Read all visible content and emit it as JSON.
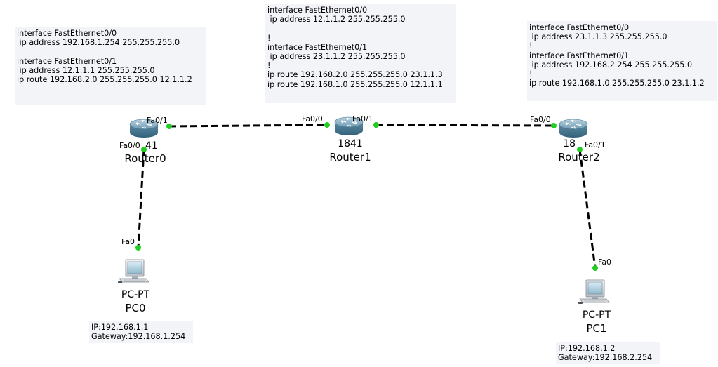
{
  "devices": {
    "router0": {
      "model": "1841",
      "name": "Router0"
    },
    "router1": {
      "model": "1841",
      "name": "Router1"
    },
    "router2": {
      "model": "1841",
      "name": "Router2"
    },
    "pc0": {
      "model": "PC-PT",
      "name": "PC0"
    },
    "pc1": {
      "model": "PC-PT",
      "name": "PC1"
    }
  },
  "ports": {
    "router0_fa01": "Fa0/1",
    "router0_fa00": "Fa0/0",
    "router1_fa00": "Fa0/0",
    "router1_fa01": "Fa0/1",
    "router2_fa00": "Fa0/0",
    "router2_fa01": "Fa0/1",
    "pc0_fa0": "Fa0",
    "pc1_fa0": "Fa0"
  },
  "notes": {
    "router0_config": [
      "interface FastEthernet0/0",
      " ip address 192.168.1.254 255.255.255.0",
      "",
      "interface FastEthernet0/1",
      " ip address 12.1.1.1 255.255.255.0",
      "ip route 192.168.2.0 255.255.255.0 12.1.1.2"
    ],
    "router1_config": [
      "interface FastEthernet0/0",
      " ip address 12.1.1.2 255.255.255.0",
      "",
      "!",
      "interface FastEthernet0/1",
      " ip address 23.1.1.2 255.255.255.0",
      "!",
      "ip route 192.168.2.0 255.255.255.0 23.1.1.3",
      "ip route 192.168.1.0 255.255.255.0 12.1.1.1"
    ],
    "router2_config": [
      "interface FastEthernet0/0",
      " ip address 23.1.1.3 255.255.255.0",
      "!",
      "interface FastEthernet0/1",
      " ip address 192.168.2.254 255.255.255.0",
      "!",
      "ip route 192.168.1.0 255.255.255.0 23.1.1.2"
    ],
    "pc0_info": [
      "IP:192.168.1.1",
      "Gateway:192.168.1.254"
    ],
    "pc1_info": [
      "IP:192.168.1.2",
      "Gateway:192.168.2.254"
    ]
  },
  "colors": {
    "link": "#000000",
    "port_status": "#22cc22",
    "note_bg": "#f2f4f8",
    "router_body": "#5f8fa8"
  },
  "icons": {
    "router": "router-icon",
    "pc": "pc-icon"
  }
}
